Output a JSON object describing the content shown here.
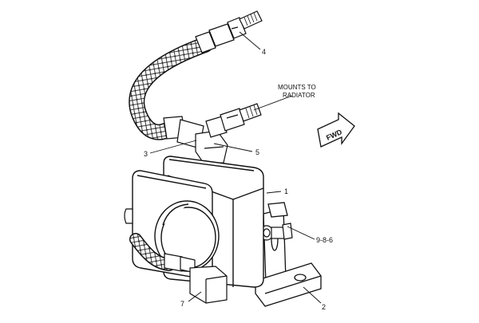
{
  "callouts": {
    "c1": "1",
    "c2": "2",
    "c3": "3",
    "c4": "4",
    "c5": "5",
    "c7": "7",
    "c986": "9-8-6"
  },
  "note": {
    "line1": "MOUNTS TO",
    "line2": "RADIATOR"
  },
  "direction": {
    "label": "FWD"
  },
  "colors": {
    "line": "#111111",
    "paper": "#ffffff"
  }
}
